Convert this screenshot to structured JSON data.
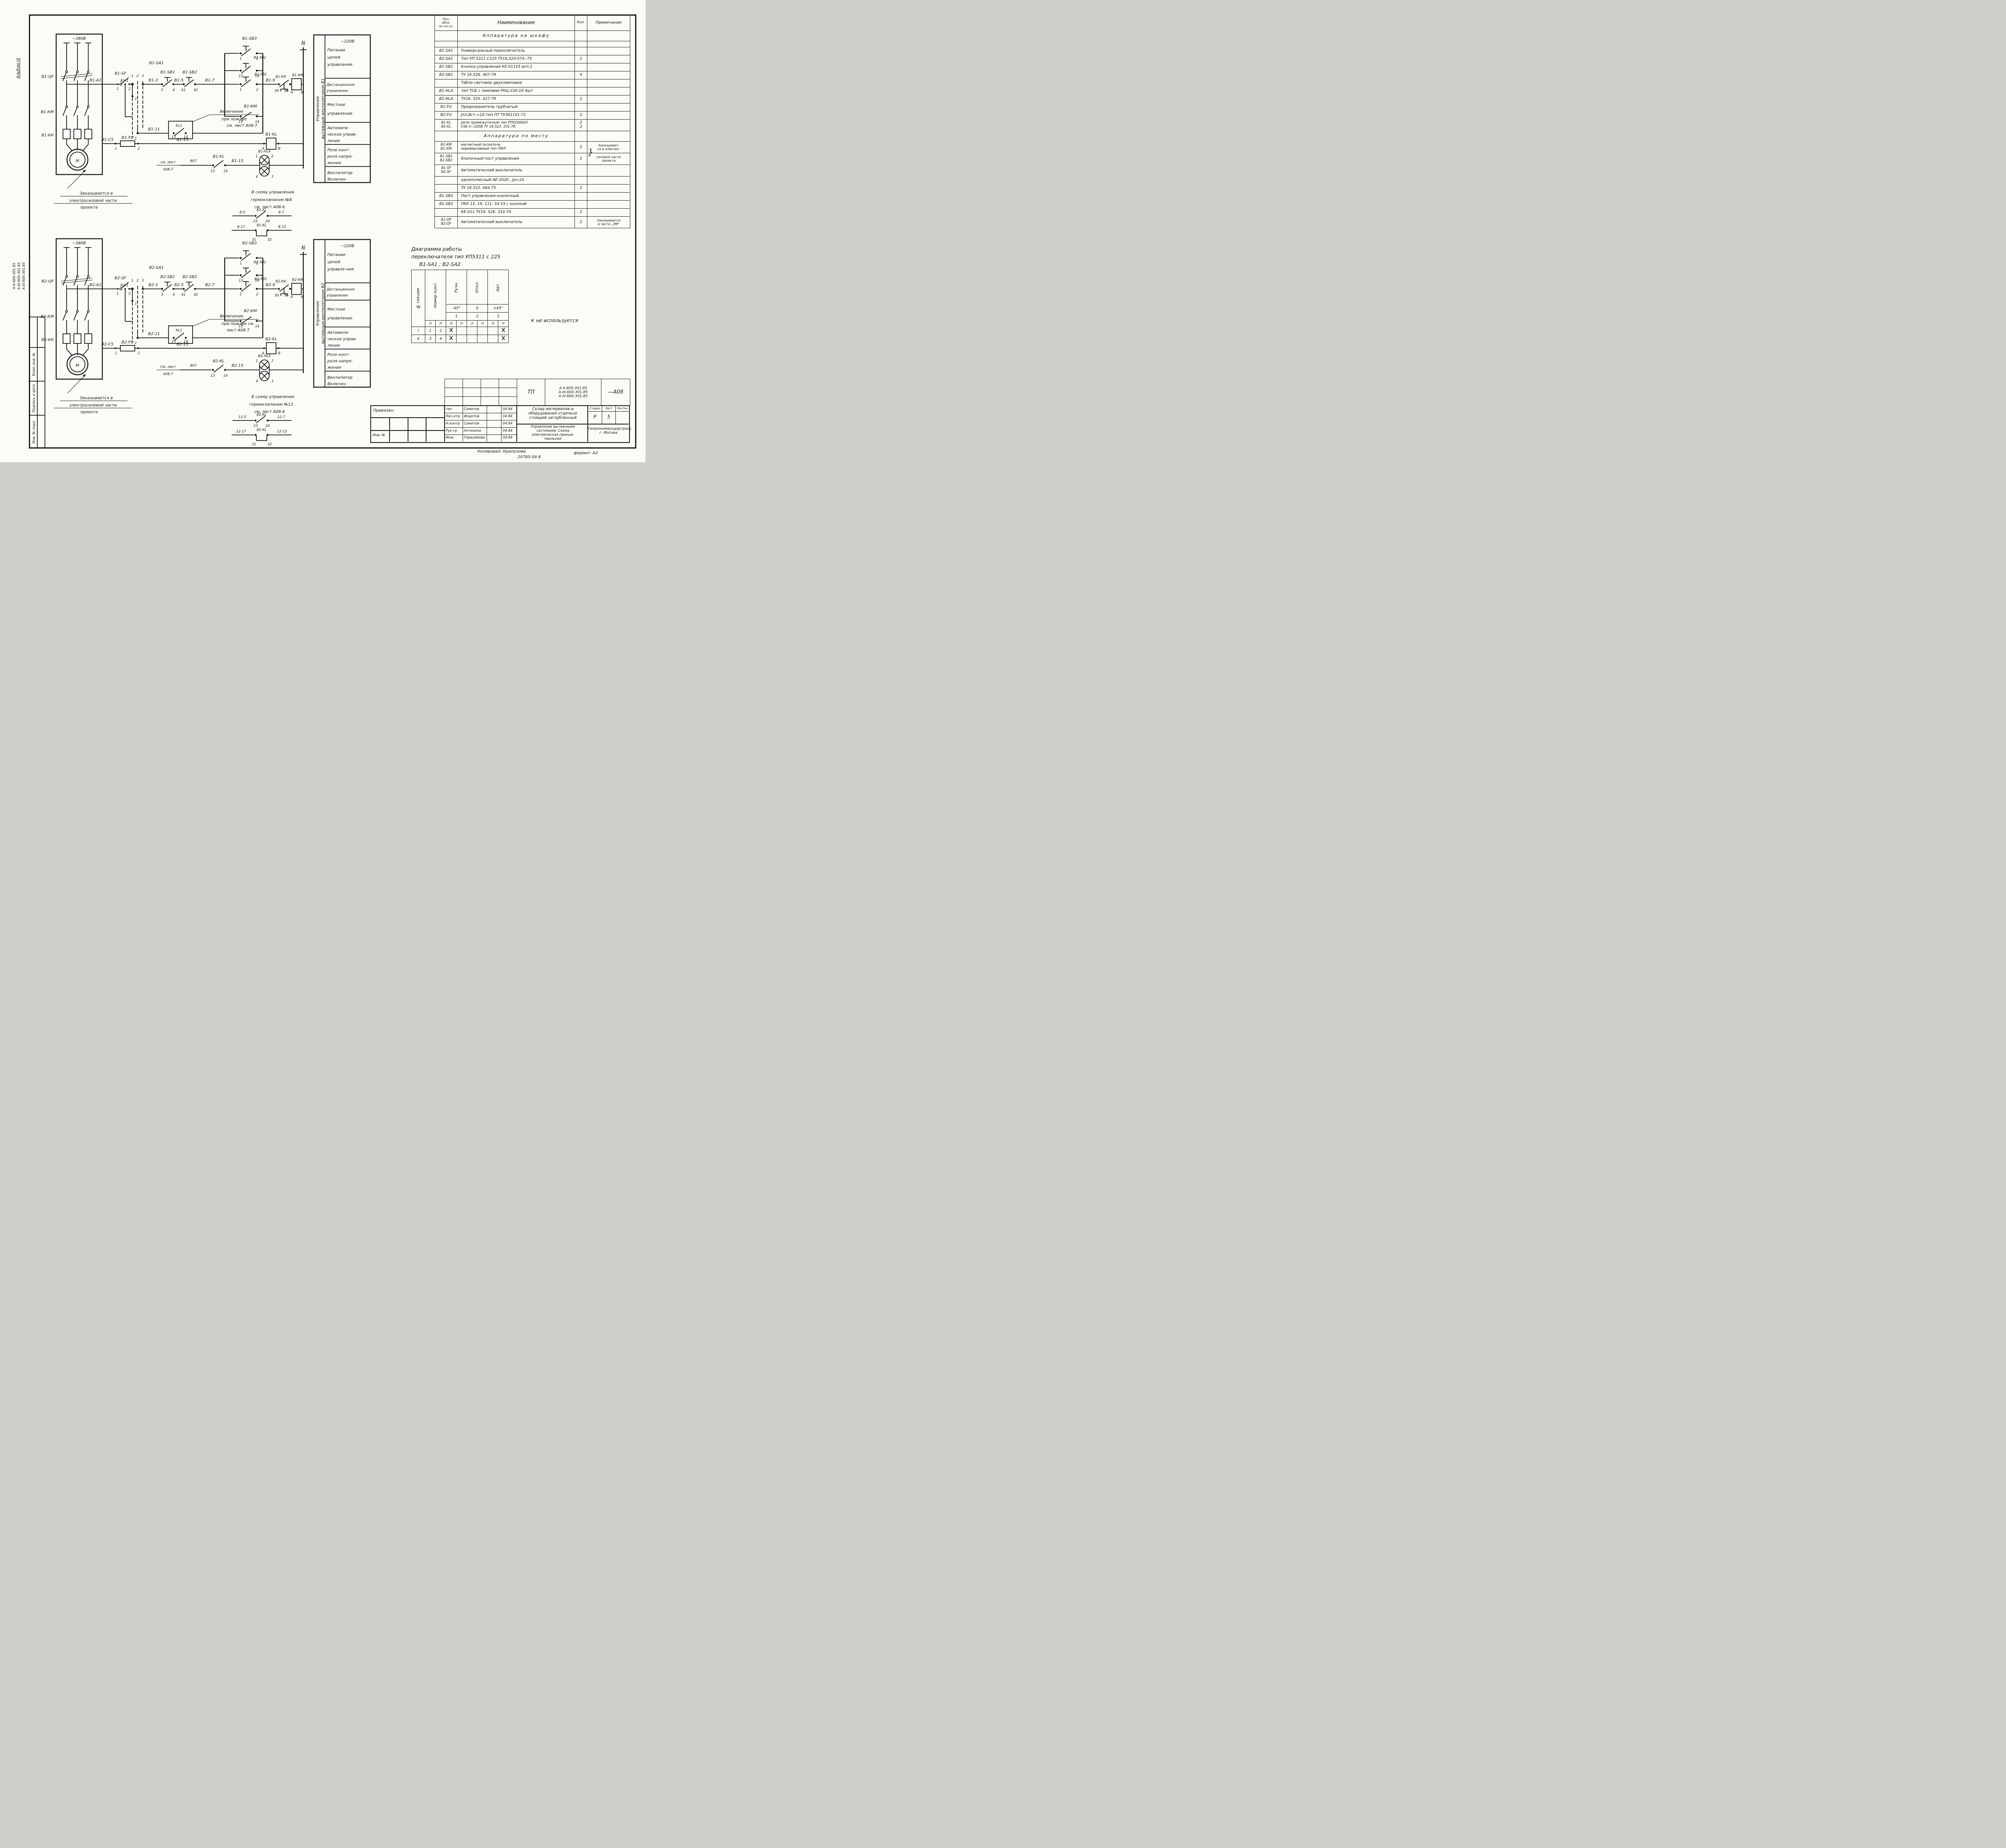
{
  "margin": {
    "album": "Альбом IX",
    "docs": [
      "А-II-600-301.85",
      "А-III-600-301.85",
      "А-IV-600-301.85"
    ],
    "strip": [
      "Взам. инв. №",
      "Подпись и дата",
      "Инв. № подл."
    ]
  },
  "circuits": [
    {
      "vmain": "~380В",
      "vctrl": "~220В",
      "qf": "В1-QF",
      "km": "В1-КМ",
      "kk": "В1-КК",
      "motor": "М",
      "order": [
        "Заказывается в",
        "электросиловой части",
        "проекта"
      ],
      "a1": "В1-А1",
      "a1p": "1",
      "sf": "В1-SF",
      "sfp": "2",
      "w1": "В1-1",
      "sa1": "В1-SA1",
      "col1": "1",
      "col2": "2",
      "col3": "3",
      "c1p": "1",
      "c2p": "2",
      "w3": "В1-3",
      "sb1": "В1-SB1",
      "sb1a": "3",
      "sb1b": "4",
      "w5": "В1-5",
      "sb2": "В1-SB2",
      "sb2a": "41",
      "sb2b": "42",
      "w7": "В1-7",
      "sb3": "В1-SB3",
      "sb3a": "1",
      "sb3b": "2",
      "sb2n": "В1-SB2",
      "sb2na": "13",
      "sb2nb": "14",
      "sb1n": "В1-SB1",
      "sb1na": "1",
      "sb1nb": "2",
      "kma": "В1-КМ",
      "kmaa": "13",
      "kmab": "14",
      "w9": "В1-9",
      "kk2": "В1-КК",
      "kkp1": "95",
      "kkp2": "96",
      "kmc": "В1-КМ",
      "kmca": "А",
      "kmcb": "В",
      "w11": "В1-11",
      "kl1": "КL1",
      "kl1a": "13",
      "kl1b": "14",
      "fire": [
        "Включение",
        "при пожаре",
        "см. лист А08-7"
      ],
      "c5": "В1-С5",
      "fu": "В1-FU",
      "fup1": "1",
      "fup2": "2",
      "w13": "В1-13",
      "kl": "В1-KL",
      "klpa": "А",
      "klpb": "В",
      "see1": "см. лист",
      "see2": "А08-7",
      "w807": "807",
      "klc": "В1-KL",
      "klca": "13",
      "klcb": "14",
      "w15": "В1-15",
      "hla": "В1-HLA",
      "h1": "1",
      "h2": "2",
      "h4": "4",
      "h3": "3",
      "n": "N",
      "pv1": "Управление",
      "pv2": "вытяжным вентилятором В1",
      "p1a": "Питание",
      "p1b": "цепей",
      "p1c": "управления",
      "p2a": "Дистанционное",
      "p2b": "управление",
      "p3a": "Местное",
      "p3b": "управление",
      "p4a": "Автомати-",
      "p4b": "ческое управ-",
      "p4c": "ление",
      "p5a": "Реле конт-",
      "p5b": "роля напря-",
      "p5c": "жения",
      "p6a": "Вентилятор",
      "p6b": "Включен",
      "vn1": "В схему  управления",
      "vn2": "гермоклапаном №8",
      "vn3": "см.  лист  А08-6",
      "vr1kl": "В1-KL",
      "vr1l": "8-5",
      "vr1r": "8-7",
      "vr1a": "23",
      "vr1b": "24",
      "vr2kl": "В1-KL",
      "vr2l": "8-17",
      "vr2r": "8-15",
      "vr2a": "31",
      "vr2b": "32"
    },
    {
      "vmain": "~380В",
      "vctrl": "~220В",
      "qf": "В2-QF",
      "km": "В2-КМ",
      "kk": "В2-КК",
      "motor": "М",
      "order": [
        "Заказывается в",
        "электросиловой части",
        "проекта"
      ],
      "a1": "В2-А1",
      "a1p": "1",
      "sf": "В2-SF",
      "sfp": "2",
      "w1": "В2-1",
      "sa1": "В2-SA1",
      "col1": "1",
      "col2": "2",
      "col3": "3",
      "c1p": "1",
      "c2p": "2",
      "w3": "В2-3",
      "sb1": "В2-SB1",
      "sb1a": "3",
      "sb1b": "4",
      "w5": "В2-5",
      "sb2": "В2-SB2",
      "sb2a": "41",
      "sb2b": "42",
      "w7": "В2-7",
      "sb3": "В2-SB3",
      "sb3a": "1",
      "sb3b": "2",
      "sb2n": "В2-SB2",
      "sb2na": "13",
      "sb2nb": "14",
      "sb1n": "В2-SB1",
      "sb1na": "1",
      "sb1nb": "2",
      "kma": "В2-КМ",
      "kmaa": "13",
      "kmab": "14",
      "w9": "В2-9",
      "kk2": "В2-КК",
      "kkp1": "95",
      "kkp2": "96",
      "kmc": "В2-КМ",
      "kmca": "А",
      "kmcb": "В",
      "w11": "В2-11",
      "kl1": "КL1",
      "kl1a": "23",
      "kl1b": "24",
      "fire": [
        "Включение",
        "при пожаре см.",
        "лист А08-7"
      ],
      "c5": "В2-С5",
      "fu": "В2-FU",
      "fup1": "1",
      "fup2": "2",
      "w13": "В2-13",
      "kl": "В2-KL",
      "klpa": "А",
      "klpb": "В",
      "see1": "См. лист",
      "see2": "А08-7",
      "w807": "807",
      "klc": "В2-KL",
      "klca": "13",
      "klcb": "14",
      "w15": "В2-15",
      "hla": "В2-HLA",
      "h1": "1",
      "h2": "2",
      "h4": "4",
      "h3": "3",
      "n": "N",
      "pv1": "Управление",
      "pv2": "вытяжным вентилятором В2",
      "p1a": "Питание",
      "p1b": "цепей",
      "p1c": "управле-ния",
      "p2a": "Дистанционное",
      "p2b": "управление",
      "p3a": "Местное",
      "p3b": "управление",
      "p4a": "Автомати-",
      "p4b": "ческое управ-",
      "p4c": "ление",
      "p5a": "Реле конт-",
      "p5b": "роля напря-",
      "p5c": "жения",
      "p6a": "Вентилятор",
      "p6b": "Включен",
      "vn1": "В схему управления",
      "vn2": "гермоклапаном №12",
      "vn3": "см. лист А08-6",
      "vr1kl": "В2-KL",
      "vr1l": "12-5",
      "vr1r": "12-7",
      "vr1a": "23",
      "vr1b": "24",
      "vr2kl": "В2-KL",
      "vr2l": "12-17",
      "vr2r": "12-15",
      "vr2a": "31",
      "vr2b": "32"
    }
  ],
  "swd": {
    "t1": "Диаграмма работы",
    "t2": "переключателя тип УП5311 с 225",
    "t3": "В1-SA1 ;    В2-SA2",
    "sec": "№ секции",
    "cont": "Номер конт.",
    "pos": [
      "Ручн.",
      "Откл.",
      "Авт."
    ],
    "ang": [
      "-45°",
      "0",
      "+45°"
    ],
    "num": [
      "1",
      "2",
      "3"
    ],
    "lp": [
      "л",
      "п",
      "л",
      "п",
      "л",
      "п",
      "л",
      "п"
    ],
    "rows": [
      {
        "sec": "I",
        "a": "1",
        "b": "2",
        "cells": [
          "✕",
          "",
          "",
          "",
          "",
          "✕"
        ]
      },
      {
        "sec": "II",
        "a": "3",
        "b": "4",
        "cells": [
          "✕",
          "",
          "",
          "",
          "",
          "✕"
        ]
      }
    ],
    "note": "✕ не используется"
  },
  "comp": {
    "h": [
      "Поз.\nобоз.\nпо эл.сх.",
      "Наименование",
      "Кол.",
      "Примечание"
    ],
    "brace": "}",
    "rows": [
      {
        "c0": "",
        "c1": "Аппаратура  на  шкафу",
        "c2": "",
        "c3": ""
      },
      {
        "c0": "",
        "c1": "",
        "c2": "",
        "c3": ""
      },
      {
        "c0": "В1-SA1",
        "c1": "Универсальный переключатель",
        "c2": "",
        "c3": ""
      },
      {
        "c0": "В2-SA1",
        "c1": "Тип УП 5311  С225   ТУ16.524.074.-75",
        "c2": "2",
        "c3": ""
      },
      {
        "c0": "В1-SB1",
        "c1": "Кнопка  управления  КЕ-011У3 исп.2",
        "c2": "",
        "c3": ""
      },
      {
        "c0": "В2-SB1",
        "c1": "ТУ  16.526. 407-79",
        "c2": "4",
        "c3": ""
      },
      {
        "c0": "",
        "c1": "Табло  световое  двухламповое",
        "c2": "",
        "c3": ""
      },
      {
        "c0": "В1-HLA",
        "c1": "тип  ТСБ  с лампами РНЦ-220-10-4шт",
        "c2": "",
        "c3": ""
      },
      {
        "c0": "В2-HLA",
        "c1": "ТУ16. 535. 427-79",
        "c2": "2",
        "c3": ""
      },
      {
        "c0": "В1-FU",
        "c1": "Предохранитель  трубчатый",
        "c2": "",
        "c3": ""
      },
      {
        "c0": "В2-FU",
        "c1": "Jпл.Вст.=1А  тип ПТ  ТУ361101-71",
        "c2": "2",
        "c3": ""
      },
      {
        "c0": "В1-KL\nВ2-KL",
        "c1": "реле промежуточное тип РПУ206620\nУ3Б U~220В    ТУ 16.523. 331-78",
        "c2": "2\n2",
        "c3": ""
      },
      {
        "c0": "",
        "c1": "Аппаратура  по  месту",
        "c2": "",
        "c3": ""
      },
      {
        "c0": "В2-КМ\nВ1-КМ",
        "c1": "магнитный  пускатель\nнереверсивный  тип ПМЛ",
        "c2": "2",
        "c3": "Заказывает-\nся в электро-"
      },
      {
        "c0": "В1-SB2\nВ2-SB2",
        "c1": "Кнопочный  пост управления",
        "c2": "2",
        "c3": "силовой части\nпроекта"
      },
      {
        "c0": "В1-SF\nВ2-SF",
        "c1": "Автоматический  выключатель",
        "c2": "",
        "c3": ""
      },
      {
        "c0": "",
        "c1": "однополюсный   АЕ-2020 , Jр=1А",
        "c2": "",
        "c3": ""
      },
      {
        "c0": "",
        "c1": "ТУ  16.522. 064.75",
        "c2": "2",
        "c3": ""
      },
      {
        "c0": "В1-SB3",
        "c1": "Пост  управления  кнопочный",
        "c2": "",
        "c3": ""
      },
      {
        "c0": "В2-SB3",
        "c1": "ПКУ 15. 19. 111- 54 У3    с кнопкой",
        "c2": "",
        "c3": ""
      },
      {
        "c0": "",
        "c1": "КЕ-011   ТУ16. 526. 333-74",
        "c2": "2",
        "c3": ""
      },
      {
        "c0": "В1-QF\nВ2-QF",
        "c1": "Автоматический  выключатель",
        "c2": "2",
        "c3": "Заказывается\nв части „ЭМ\""
      }
    ]
  },
  "stamp": {
    "tp": "ТП",
    "d1": "А-II-600-301.85",
    "d2": "А-III-600-301.85",
    "d3": "А-IV-600-301.85",
    "code": "—А08"
  },
  "tb": {
    "privyazan": "Привязан:",
    "inv": "Инв. №",
    "r1a": "гип",
    "r1b": "Самитов",
    "r1d": "04.84",
    "r2a": "Нач.отд",
    "r2b": "Федотов",
    "r2d": "04.84",
    "r3a": "Н.контр",
    "r3b": "Самитов",
    "r3d": "04.84",
    "r4a": "Рук.гр.",
    "r4b": "Антохина",
    "r4d": "04.84",
    "r5a": "Инж.",
    "r5b": "Герасимова",
    "r5d": "04.84",
    "obj": "Склад материалов и\nоборудования отдельно\nстоящий заглубленный",
    "subj": "Управление вытяжными\nсистемами. Схема\nэлектрическая принци-\nпиальная",
    "sh1": "Стадия",
    "sh2": "Лист",
    "sh3": "Листов",
    "sv1": "Р",
    "sv2": "5",
    "sv3": "",
    "org": "Гипрокоммундортранс\nг. Москва"
  },
  "footer": {
    "copied": "Копировал: Крапунова",
    "num": "20785-09   8",
    "format": "формат: А2"
  }
}
